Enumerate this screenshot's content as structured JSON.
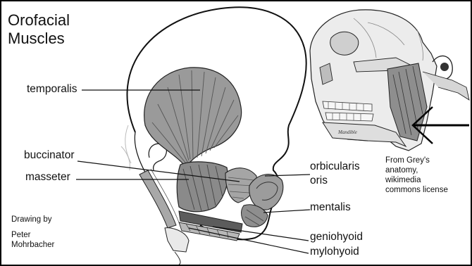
{
  "title": {
    "line1": "Orofacial",
    "line2": "Muscles"
  },
  "labels": {
    "temporalis": "temporalis",
    "buccinator": "buccinator",
    "masseter": "masseter",
    "orbicularis_line1": "orbicularis",
    "orbicularis_line2": "oris",
    "mentalis": "mentalis",
    "geniohyoid": "geniohyoid",
    "mylohyoid": "mylohyoid"
  },
  "credits": {
    "drawing_line1": "Drawing by",
    "drawing_line2": "Peter",
    "drawing_line3": "Mohrbacher"
  },
  "source": {
    "line1": "From Grey's",
    "line2": "anatomy,",
    "line3": "wikimedia",
    "line4": "commons license"
  },
  "inset_labels": {
    "mandible": "Mandible"
  },
  "colors": {
    "line": "#111111",
    "muscle_fill": "#9a9a9a",
    "muscle_dark": "#5c5c5c",
    "bone_fill": "#e6e6e6"
  }
}
